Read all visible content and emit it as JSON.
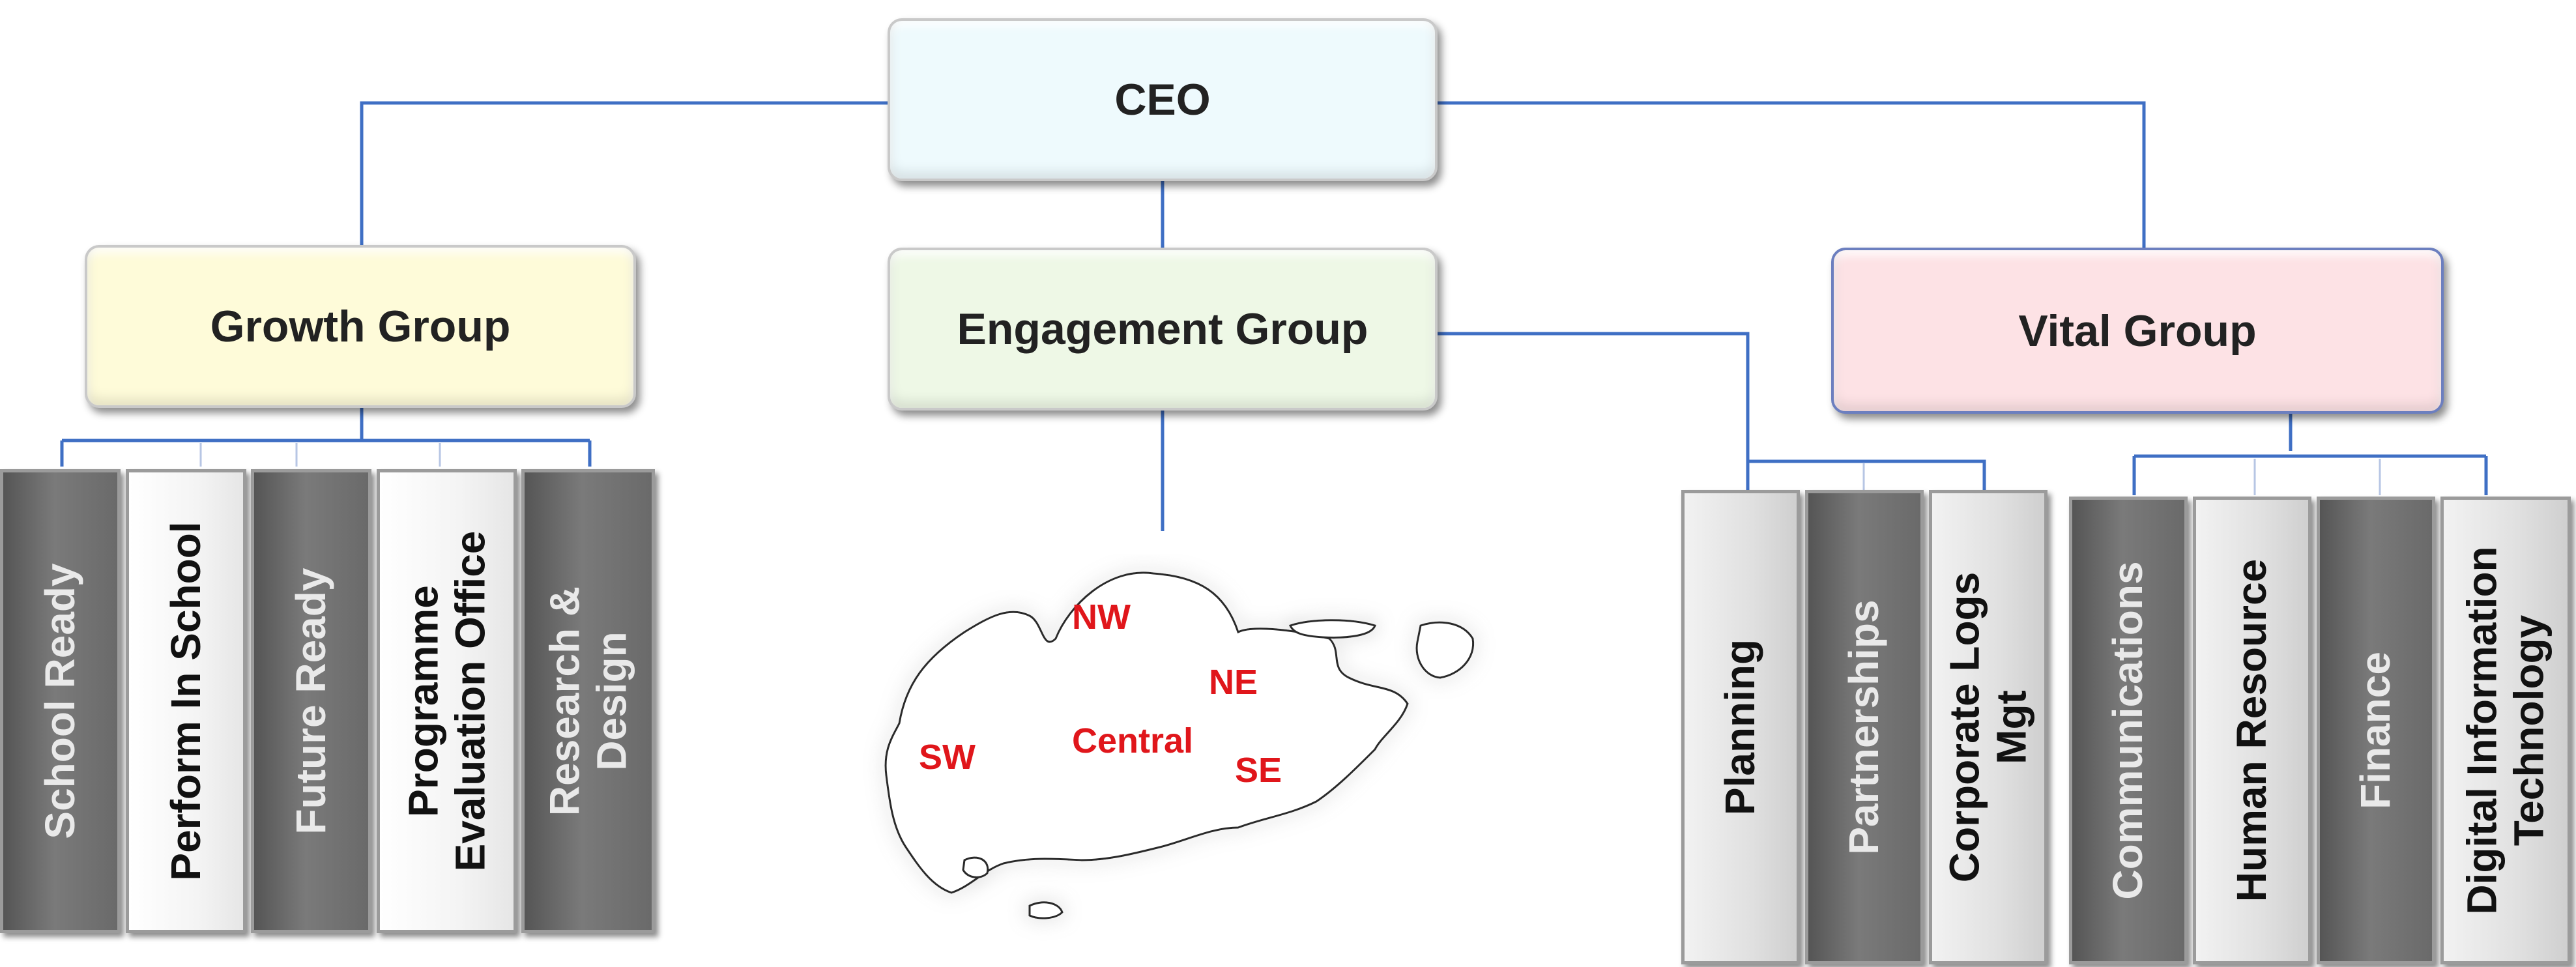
{
  "ceo": {
    "label": "CEO"
  },
  "groups": {
    "growth": {
      "label": "Growth Group"
    },
    "engagement": {
      "label": "Engagement Group"
    },
    "vital": {
      "label": "Vital Group"
    }
  },
  "growth_units": [
    {
      "label": "School Ready",
      "style": "dark"
    },
    {
      "label": "Perform In School",
      "style": "light"
    },
    {
      "label": "Future Ready",
      "style": "dark"
    },
    {
      "label": "Programme\nEvaluation Office",
      "style": "light"
    },
    {
      "label": "Research &\nDesign",
      "style": "dark"
    }
  ],
  "engagement_units": [
    {
      "label": "Planning",
      "style": "gray"
    },
    {
      "label": "Partnerships",
      "style": "dark"
    },
    {
      "label": "Corporate Logs\nMgt",
      "style": "gray"
    }
  ],
  "vital_units": [
    {
      "label": "Communications",
      "style": "dark"
    },
    {
      "label": "Human Resource",
      "style": "gray"
    },
    {
      "label": "Finance",
      "style": "dark"
    },
    {
      "label": "Digital Information\nTechnology",
      "style": "gray"
    }
  ],
  "map": {
    "regions": [
      "NW",
      "NE",
      "SW",
      "Central",
      "SE"
    ],
    "glow_color": "#7aa6f0",
    "text_color": "#e0161b"
  },
  "colors": {
    "connector": "#3f6fc4",
    "ceo_fill": "#eefafd",
    "growth_fill": "#fefbd9",
    "engagement_fill": "#eef8e6",
    "vital_fill": "#fde2e5"
  }
}
